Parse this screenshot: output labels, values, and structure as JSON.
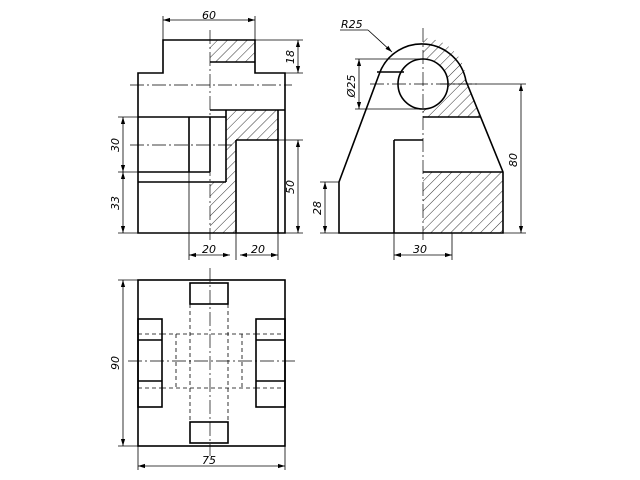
{
  "dimensions": {
    "front_top_width": "60",
    "front_top_height": "18",
    "front_hole_height": "30",
    "front_lower_height": "33",
    "front_slot_height": "50",
    "front_bottom_left": "20",
    "front_bottom_right": "20",
    "side_radius": "R25",
    "side_hole_dia": "Ø25",
    "side_total_height": "80",
    "side_base_height": "28",
    "side_bottom_width": "30",
    "plan_height": "90",
    "plan_width": "75"
  }
}
